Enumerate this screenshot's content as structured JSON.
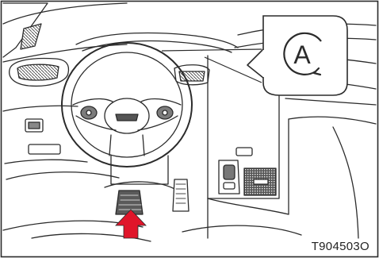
{
  "figure": {
    "reference_code": "T904503O",
    "callout_symbol": "A"
  },
  "colors": {
    "line": "#2b2b2b",
    "arrow_fill": "#e0152a",
    "background": "#ffffff",
    "shade": "#9a9a9a"
  },
  "icons": {
    "callout": "auto-hold-icon",
    "indicator": "press-pedal-arrow"
  }
}
